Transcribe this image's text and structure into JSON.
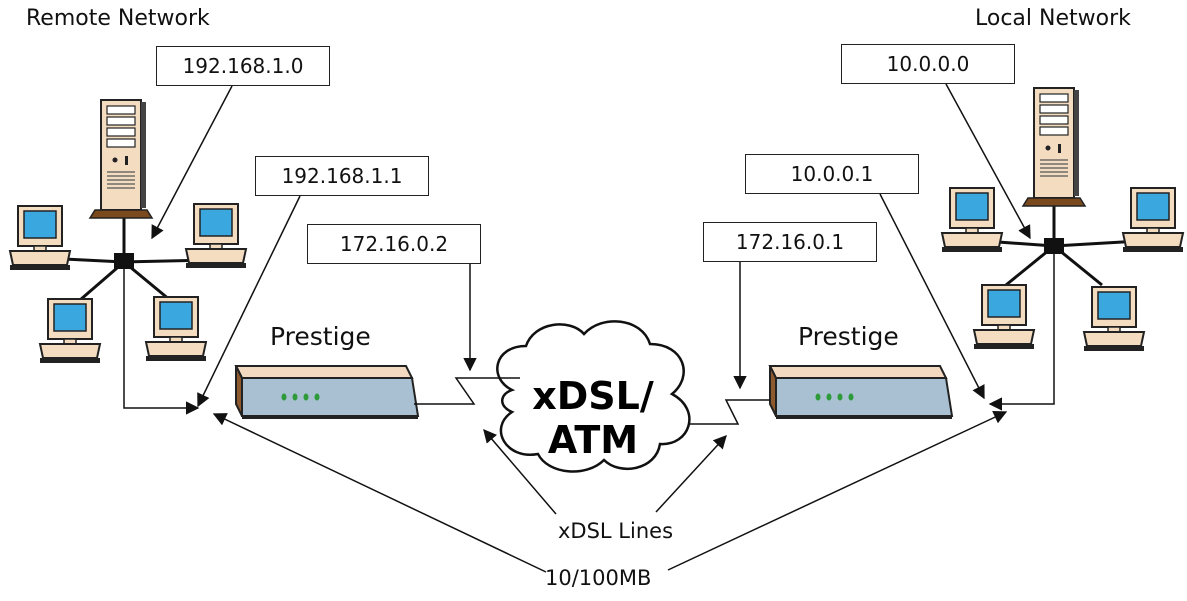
{
  "labels": {
    "remote_network": "Remote Network",
    "local_network": "Local Network",
    "prestige_left": "Prestige",
    "prestige_right": "Prestige",
    "cloud_line1": "xDSL/",
    "cloud_line2": "ATM",
    "xdsl_lines": "xDSL Lines",
    "ethernet": "10/100MB"
  },
  "addresses": {
    "remote_lan": "192.168.1.0",
    "remote_router_lan": "192.168.1.1",
    "remote_router_wan": "172.16.0.2",
    "local_lan": "10.0.0.0",
    "local_router_lan": "10.0.0.1",
    "local_router_wan": "172.16.0.1"
  },
  "colors": {
    "monitor_screen": "#3aa7df",
    "computer_beige": "#f4dcc0",
    "router_body": "#a8c0d2",
    "router_top": "#f3d9c0",
    "router_side": "#8c5a2e",
    "server_base": "#7a4a1e",
    "router_leds": "#2e9a3a"
  }
}
